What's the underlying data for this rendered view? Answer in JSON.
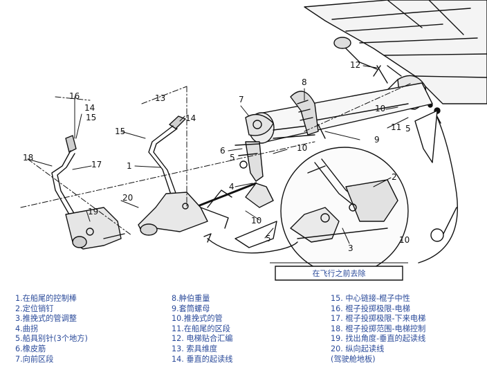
{
  "callouts": [
    "1",
    "2",
    "3",
    "4",
    "5",
    "6",
    "7",
    "8",
    "9",
    "10",
    "11",
    "12",
    "13",
    "14",
    "15",
    "16",
    "17",
    "18",
    "19",
    "20"
  ],
  "banner": "在飞行之前去除",
  "legend": {
    "col1": [
      "1.在船尾的控制棒",
      "2.定位销钉",
      "3.推挽式的管调整",
      "4.曲拐",
      "5.船具别针(3个地方)",
      "6.橡皮筋",
      "7.向前区段"
    ],
    "col2": [
      "8.舯伯重量",
      "9.套筒螺母",
      "10.推挽式的管",
      "11.在船尾的区段",
      "12.  电梯贴合汇编",
      "13.  索具维度",
      "14.  垂直的起读线"
    ],
    "col3": [
      "15.  中心链接-棍子中性",
      "16.  棍子投掷极限-电梯",
      "17.  棍子投掷极限-下来电梯",
      "18.  棍子投掷范围-电梯控制",
      "19.  找出角度-垂直的起读线",
      "20.  纵向起读线",
      "(驾驶舱地板)"
    ]
  },
  "colors": {
    "ink": "#111111",
    "legend_text": "#2a4a9a"
  }
}
